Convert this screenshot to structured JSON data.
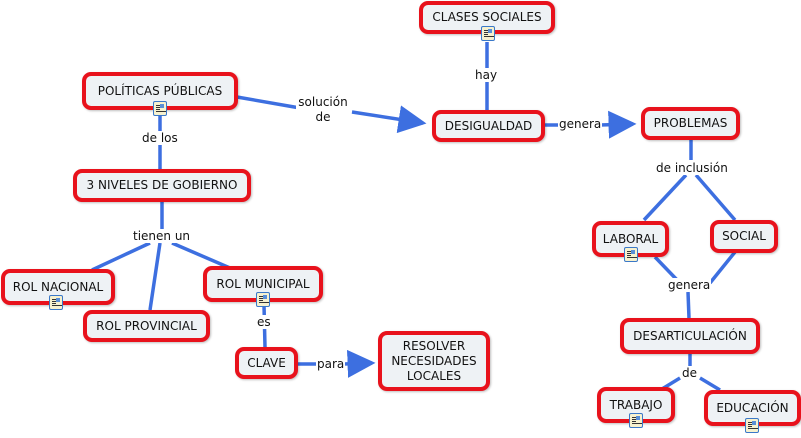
{
  "colors": {
    "link": "#3d6fe0",
    "node_border": "#e8121c",
    "node_fill": "#eef2f5"
  },
  "nodes": {
    "politicas": "POLÍTICAS PÚBLICAS",
    "clases": "CLASES SOCIALES",
    "desigualdad": "DESIGUALDAD",
    "problemas": "PROBLEMAS",
    "niveles": "3 NIVELES DE GOBIERNO",
    "nacional": "ROL NACIONAL",
    "provincial": "ROL PROVINCIAL",
    "municipal": "ROL MUNICIPAL",
    "clave": "CLAVE",
    "resolver": "RESOLVER NECESIDADES LOCALES",
    "laboral": "LABORAL",
    "social": "SOCIAL",
    "desarticulacion": "DESARTICULACIÓN",
    "trabajo": "TRABAJO",
    "educacion": "EDUCACIÓN"
  },
  "links": {
    "solucion_de": "solución de",
    "hay": "hay",
    "genera1": "genera",
    "de_los": "de los",
    "tienen_un": "tienen un",
    "es": "es",
    "para": "para",
    "de_inclusion": "de inclusión",
    "genera2": "genera",
    "de": "de"
  },
  "icons": {
    "resource": "document-resource-icon"
  }
}
